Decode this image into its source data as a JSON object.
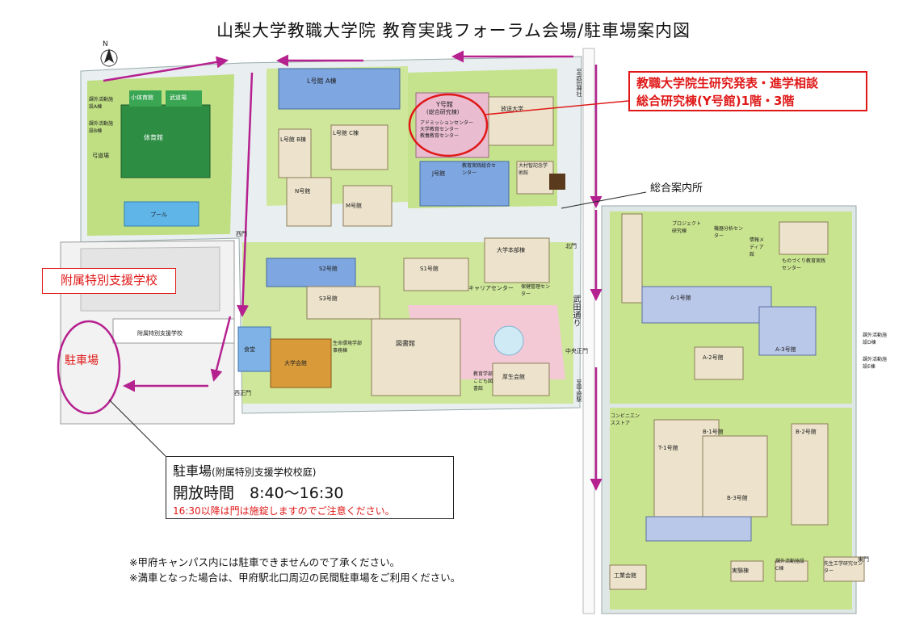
{
  "title": "山梨大学教職大学院 教育実践フォーラム会場/駐車場案内図",
  "callout": {
    "line1": "教職大学院生研究発表・進学相談",
    "line2": "総合研究棟(Y号館)1階・3階"
  },
  "info_center_label": "総合案内所",
  "special_school_label": "附属特別支援学校",
  "parking_circle_label": "駐車場",
  "parking_box": {
    "title": "駐車場",
    "subtitle": "(附属特別支援学校校庭)",
    "hours": "開放時間　8:40〜16:30",
    "note": "16:30以降は門は施錠しますのでご注意ください。"
  },
  "notes": [
    "※甲府キャンパス内には駐車できませんので了承ください。",
    "※満車となった場合は、甲府駅北口周辺の民間駐車場をご利用ください。"
  ],
  "compass": "N",
  "roads": {
    "takeda": "武田通り",
    "takeda_shrine": "至武田神社",
    "kofu_station": "至甲府駅"
  },
  "buildings": {
    "L_A": "L号館 A棟",
    "L_B": "L号館 B棟",
    "L_C": "L号館 C棟",
    "N": "N号館",
    "M": "M号館",
    "Y": "Y号館",
    "Y_sub": "(総合研究棟)",
    "Y_c1": "アドミッションセンター",
    "Y_c2": "大学教育センター",
    "Y_c3": "教養教育センター",
    "broadcast": "放送大学",
    "J": "J号館",
    "edu": "教育実践総合センター",
    "omura": "大村智記念学術館",
    "gym": "体育館",
    "small_gym": "小体育館",
    "budo": "武道場",
    "pool": "プール",
    "yumi": "弓道場",
    "club1": "課外活動施設A棟",
    "club2": "課外活動施設B棟",
    "S1": "S1号館",
    "S2": "S2号館",
    "S3": "S3号館",
    "career": "キャリアセンター",
    "health": "保健管理センター",
    "hq": "大学本部棟",
    "library": "図書館",
    "cafeteria": "食堂",
    "hall": "大学会館",
    "env": "生命環境学部事務棟",
    "welfare": "厚生会館",
    "kids": "教育学部こども図書館",
    "sb_school": "附属特別支援学校",
    "A1": "A-1号館",
    "A2": "A-2号館",
    "A3": "A-3号館",
    "B1": "B-1号館",
    "B2": "B-2号館",
    "B3": "B-3号館",
    "T1": "T-1号館",
    "project": "プロジェクト研究棟",
    "analysis": "機器分析センター",
    "media": "情報メディア館",
    "monozukuri": "ものづくり教育実践センター",
    "factory": "工業会館",
    "experiment": "実験棟",
    "club_C": "課外活動施設C棟",
    "club_D": "課外活動施設D棟",
    "club_E": "課外活動施設E棟",
    "student_center": "先生工学研究センター",
    "store": "コンビニエンスストア"
  },
  "gates": {
    "west": "西門",
    "west_main": "西正門",
    "center_main": "中央正門",
    "east": "東門",
    "north": "北門"
  },
  "colors": {
    "arrow": "#b5218f",
    "callout": "#e01818",
    "road": "#ffffff",
    "grass": "#b9dc78",
    "building": "#ede3cc",
    "glass": "#7ea6e0",
    "plaza": "#f3c9d6"
  }
}
